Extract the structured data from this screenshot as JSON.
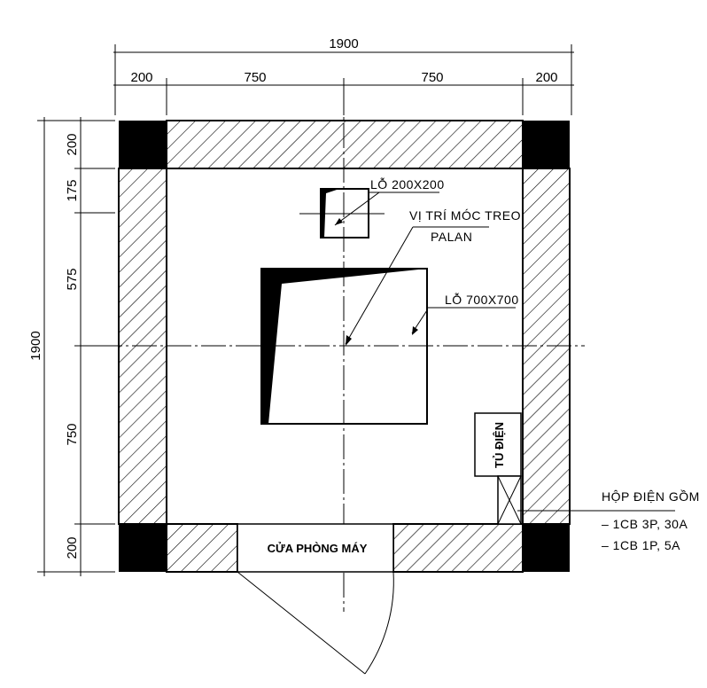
{
  "dimensions": {
    "top_total": "1900",
    "top_segments": [
      "200",
      "750",
      "750",
      "200"
    ],
    "left_total": "1900",
    "left_segments": [
      "200",
      "175",
      "575",
      "750",
      "200"
    ]
  },
  "labels": {
    "hole_small": "LỖ 200X200",
    "hook_line1": "VỊ TRÍ MÓC TREO",
    "hook_line2": "PALAN",
    "hole_large": "LỖ 700X700",
    "panel": "TỦ ĐIỆN",
    "door": "CỬA PHÒNG MÁY",
    "box_title": "HỘP ĐIỆN GỒM",
    "box_item1": "– 1CB 3P, 30A",
    "box_item2": "– 1CB 1P, 5A"
  }
}
